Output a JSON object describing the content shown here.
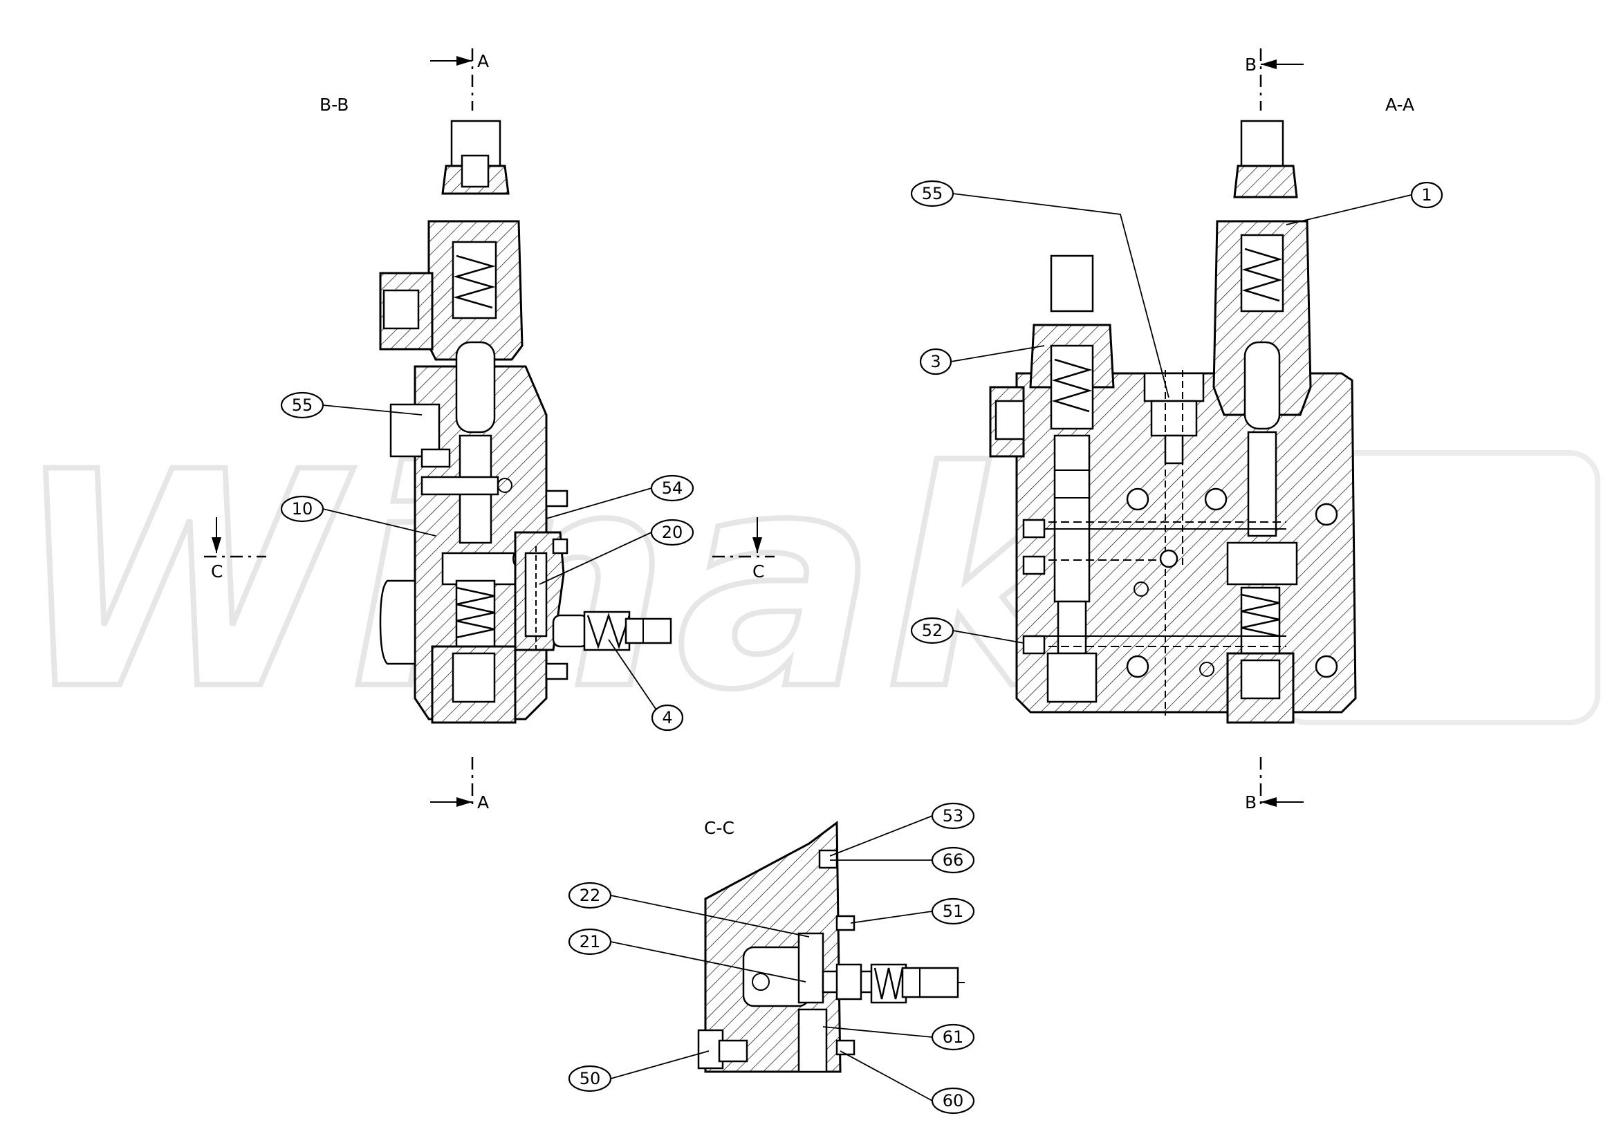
{
  "watermark": "Winaka",
  "views": {
    "bb": {
      "title": "B-B"
    },
    "aa": {
      "title": "A-A"
    },
    "cc": {
      "title": "C-C"
    }
  },
  "section_marks": {
    "a_top": "A",
    "a_bottom": "A",
    "b_top": "B",
    "b_bottom": "B",
    "c_left": "C",
    "c_right": "C"
  },
  "callouts": {
    "bb": [
      "55",
      "10",
      "54",
      "20",
      "4"
    ],
    "aa": [
      "55",
      "1",
      "3",
      "52"
    ],
    "cc": [
      "53",
      "66",
      "51",
      "22",
      "21",
      "61",
      "50",
      "60"
    ]
  }
}
